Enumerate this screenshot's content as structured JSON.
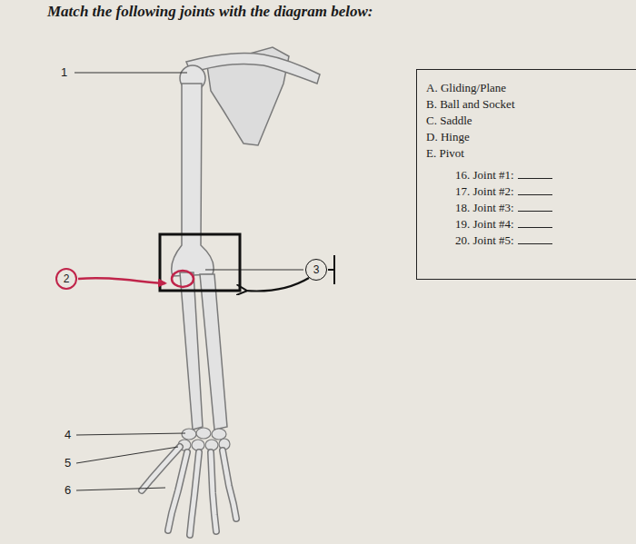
{
  "diagram": {
    "title": "Match the following joints with the diagram below:",
    "nodes": [
      {
        "text": [
          "A. Gliding/Plane",
          "B. Ball and Socket",
          "C. Saddle",
          "D. Hinge",
          "E. Pivot",
          "16. Joint #1:",
          "17. Joint #2:",
          "18. Joint #3:",
          "19. Joint #4:",
          "20. Joint #5:"
        ]
      },
      {
        "text": [
          "2"
        ]
      },
      {
        "text": [
          "3"
        ]
      }
    ],
    "labels": [
      "1",
      "4",
      "5",
      "6"
    ]
  }
}
